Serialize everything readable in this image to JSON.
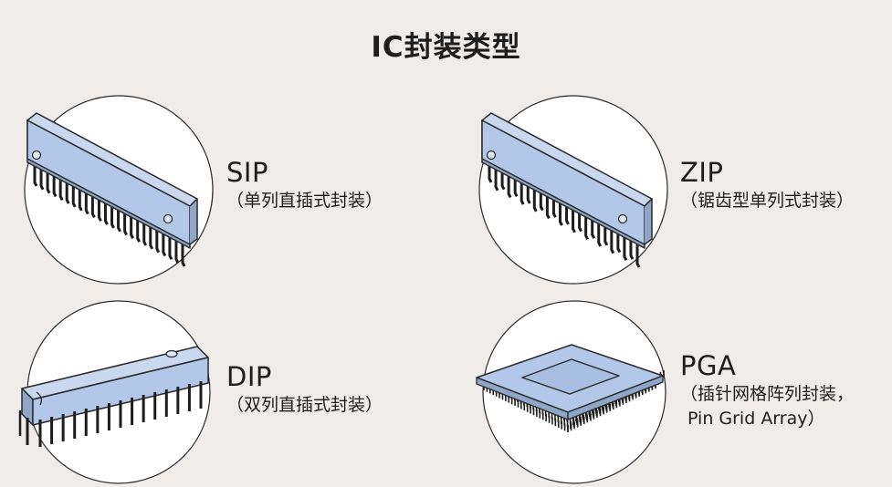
{
  "title": "IC封装类型",
  "colors": {
    "background": "#efecea",
    "chip_fill": "#b3c8e8",
    "chip_stroke": "#2a2a2a",
    "pin": "#1d1d1d",
    "circle_fill": "#ffffff"
  },
  "packages": [
    {
      "name": "SIP",
      "desc": "（单列直插式封装）",
      "icon": "sip-chip-icon"
    },
    {
      "name": "ZIP",
      "desc": "（锯齿型单列式封装）",
      "icon": "zip-chip-icon"
    },
    {
      "name": "DIP",
      "desc": "（双列直插式封装）",
      "icon": "dip-chip-icon"
    },
    {
      "name": "PGA",
      "desc": "（插针网格阵列封装，",
      "desc2": "Pin Grid Array）",
      "icon": "pga-chip-icon"
    }
  ]
}
